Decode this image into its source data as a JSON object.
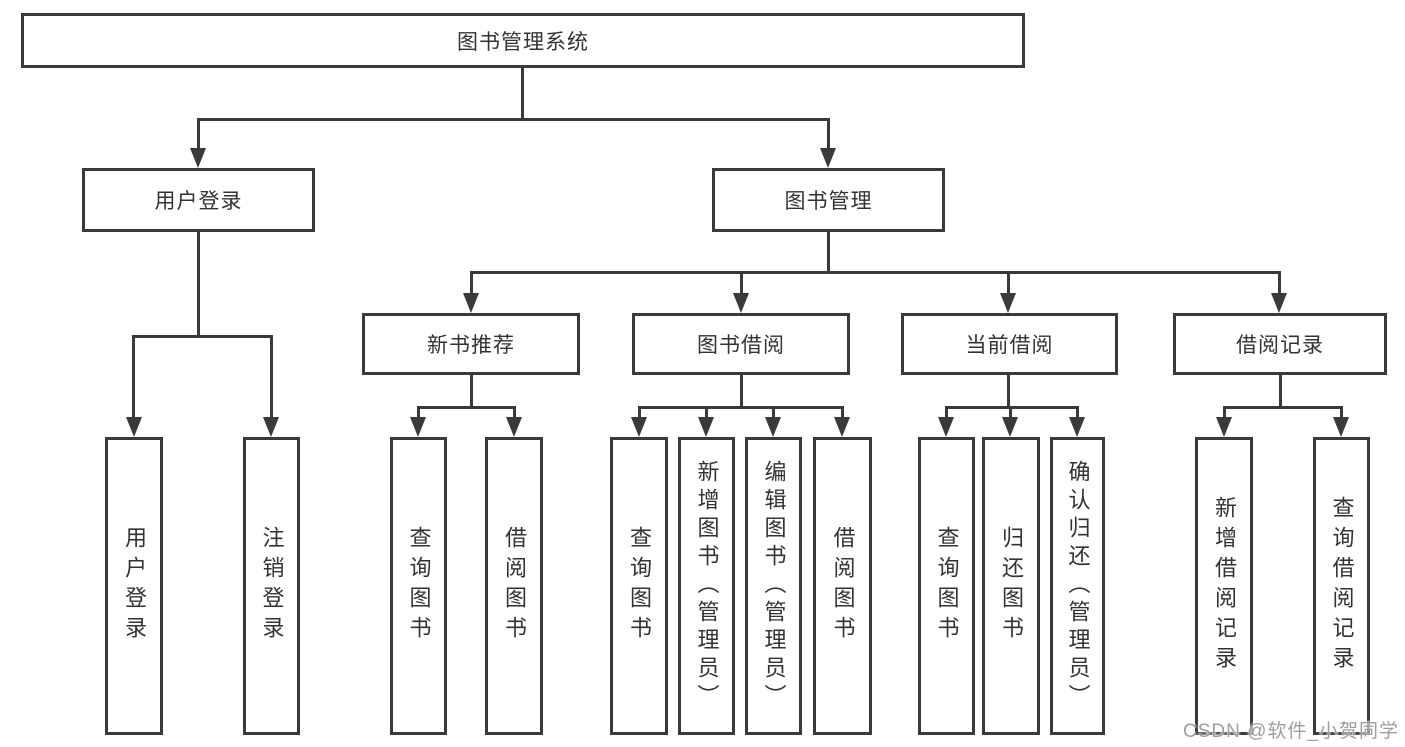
{
  "tree": {
    "root": {
      "label": "图书管理系统"
    },
    "level2": [
      {
        "label": "用户登录"
      },
      {
        "label": "图书管理"
      }
    ],
    "level3": [
      {
        "label": "新书推荐",
        "parent": "图书管理"
      },
      {
        "label": "图书借阅",
        "parent": "图书管理"
      },
      {
        "label": "当前借阅",
        "parent": "图书管理"
      },
      {
        "label": "借阅记录",
        "parent": "图书管理"
      }
    ],
    "leaves": [
      {
        "label": "用户登录",
        "parent": "用户登录"
      },
      {
        "label": "注销登录",
        "parent": "用户登录"
      },
      {
        "label": "查询图书",
        "parent": "新书推荐"
      },
      {
        "label": "借阅图书",
        "parent": "新书推荐"
      },
      {
        "label": "查询图书",
        "parent": "图书借阅"
      },
      {
        "label": "新增图书（管理员）",
        "parent": "图书借阅"
      },
      {
        "label": "编辑图书（管理员）",
        "parent": "图书借阅"
      },
      {
        "label": "借阅图书",
        "parent": "图书借阅"
      },
      {
        "label": "查询图书",
        "parent": "当前借阅"
      },
      {
        "label": "归还图书",
        "parent": "当前借阅"
      },
      {
        "label": "确认归还（管理员）",
        "parent": "当前借阅"
      },
      {
        "label": "新增借阅记录",
        "parent": "借阅记录"
      },
      {
        "label": "查询借阅记录",
        "parent": "借阅记录"
      }
    ]
  },
  "watermark": "CSDN @软件_小贺同学",
  "colors": {
    "line": "#3a3a3a",
    "text": "#333333",
    "watermark": "#9e9e9e",
    "background": "#ffffff"
  }
}
